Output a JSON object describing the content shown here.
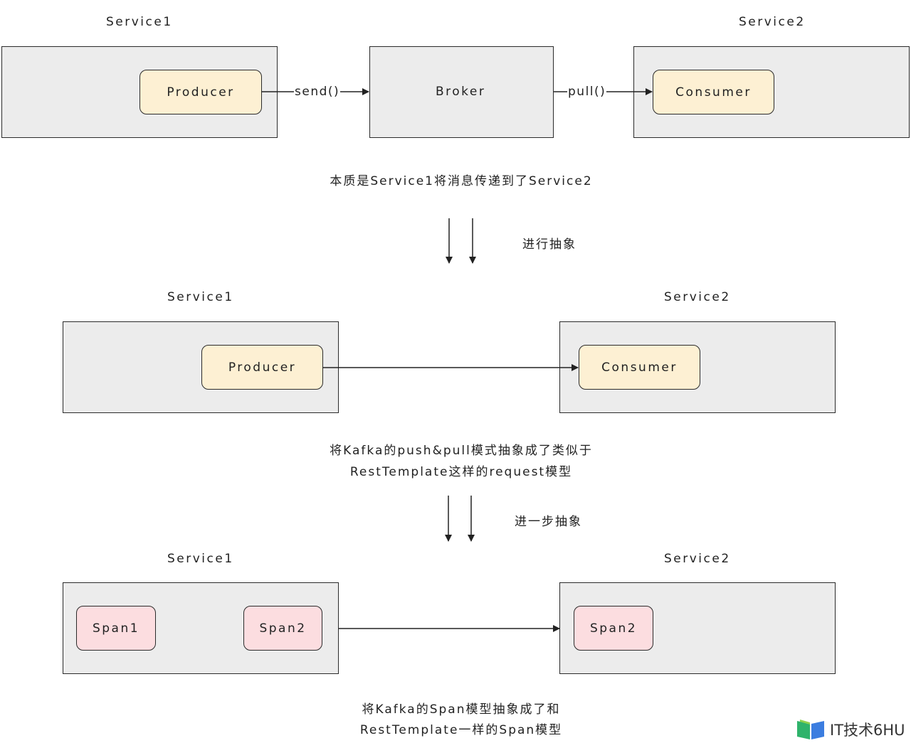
{
  "section1": {
    "service1_title": "Service1",
    "service2_title": "Service2",
    "producer": "Producer",
    "broker": "Broker",
    "consumer": "Consumer",
    "send_label": "send()",
    "pull_label": "pull()",
    "caption": "本质是Service1将消息传递到了Service2"
  },
  "step1_label": "进行抽象",
  "section2": {
    "service1_title": "Service1",
    "service2_title": "Service2",
    "producer": "Producer",
    "consumer": "Consumer",
    "caption_line1": "将Kafka的push&pull模式抽象成了类似于",
    "caption_line2": "RestTemplate这样的request模型"
  },
  "step2_label": "进一步抽象",
  "section3": {
    "service1_title": "Service1",
    "service2_title": "Service2",
    "span1": "Span1",
    "span2_left": "Span2",
    "span2_right": "Span2",
    "caption_line1": "将Kafka的Span模型抽象成了和",
    "caption_line2": "RestTemplate一样的Span模型"
  },
  "watermark": {
    "text": "IT技术6HU",
    "icon": "book-logo-icon"
  },
  "colors": {
    "container": "#ececec",
    "node_yellow": "#fdf0d3",
    "node_pink": "#fcdde0",
    "stroke": "#2b2b2b"
  }
}
